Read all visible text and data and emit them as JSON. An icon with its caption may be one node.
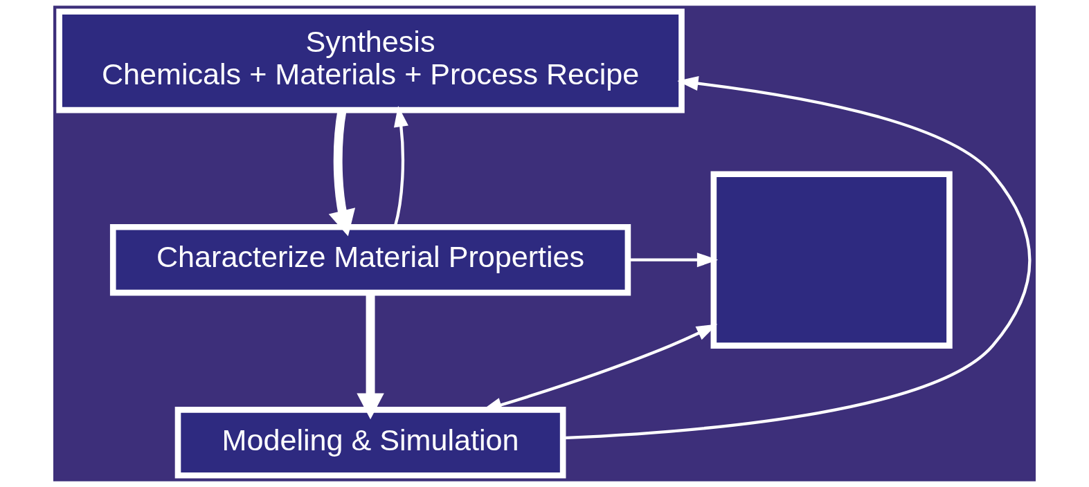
{
  "diagram": {
    "nodes": [
      {
        "text": [
          "Synthesis",
          "Chemicals + Materials + Process Recipe"
        ]
      },
      {
        "text": [
          "Characterize Material Properties"
        ]
      },
      {
        "text": [
          "Modeling & Simulation"
        ]
      },
      {
        "text": [],
        "shape": "box"
      }
    ],
    "edges": [
      {
        "from": 0,
        "to": 1,
        "arrow": "to",
        "style": "thick"
      },
      {
        "from": 1,
        "to": 2,
        "arrow": "to",
        "style": "thick"
      },
      {
        "from": 1,
        "to": 0,
        "arrow": "to"
      },
      {
        "from": 2,
        "to": 0,
        "arrow": "to"
      },
      {
        "from": 1,
        "to": 3,
        "arrow": "to"
      },
      {
        "from": 3,
        "to": 2,
        "arrow": "both"
      }
    ]
  }
}
